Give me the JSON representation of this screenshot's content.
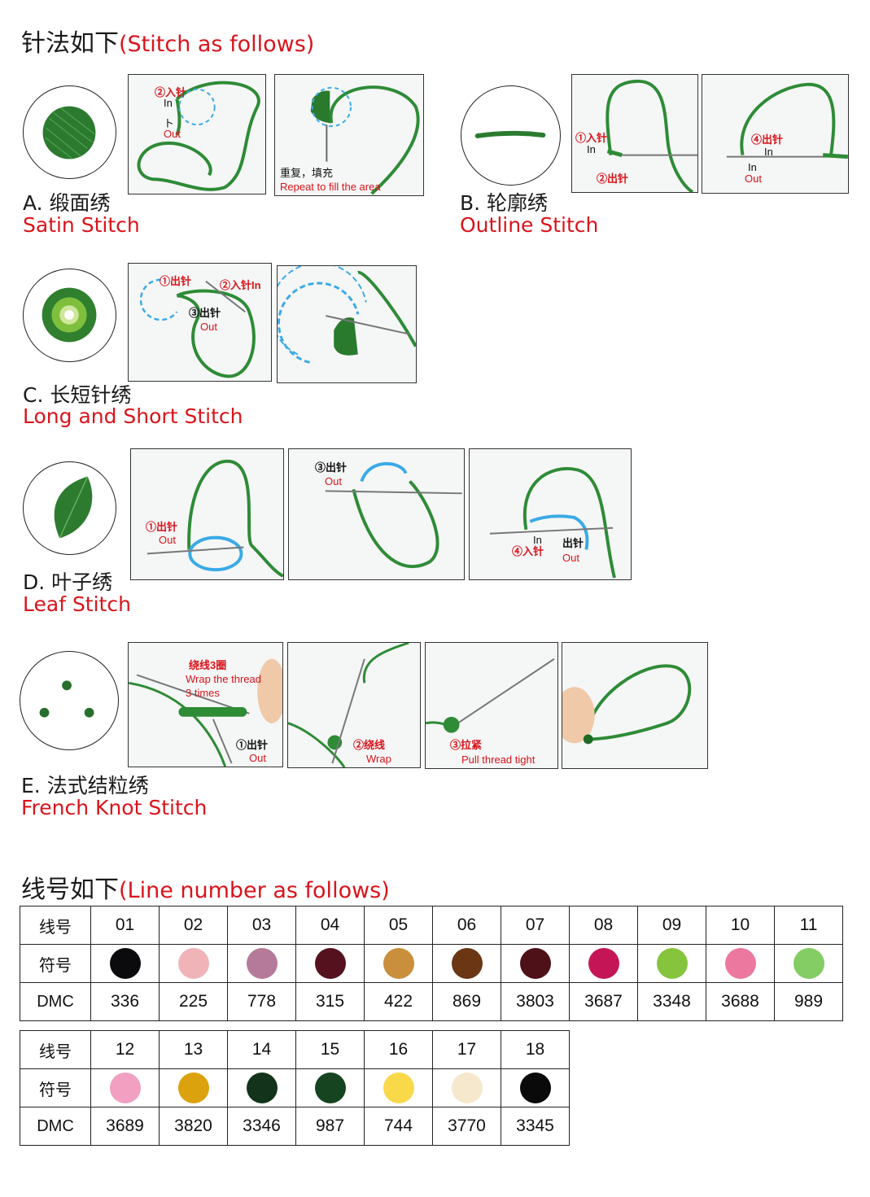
{
  "stitch_heading": {
    "cn": "针法如下",
    "en": "(Stitch as follows)"
  },
  "stitches": {
    "a": {
      "cn": "A. 缎面绣",
      "en": "Satin Stitch",
      "ann": {
        "in_cn": "②入针",
        "in_en": "In",
        "out_mark": "ト",
        "out_en": "Out",
        "repeat_cn": "重复，填充",
        "repeat_en": "Repeat to fill the area"
      }
    },
    "b": {
      "cn": "B. 轮廓绣",
      "en": "Outline Stitch",
      "ann": {
        "in1_cn": "①入针",
        "in1_en": "In",
        "out2_cn": "②出针",
        "out4_cn": "④出针",
        "in4_en": "In",
        "in4b_en": "In",
        "out4_en": "Out"
      }
    },
    "c": {
      "cn": "C. 长短针绣",
      "en": "Long and Short Stitch",
      "ann": {
        "out1_cn": "①出针",
        "in2_cn": "②入针In",
        "out3_cn": "③出针",
        "out3_en": "Out"
      }
    },
    "d": {
      "cn": "D. 叶子绣",
      "en": "Leaf Stitch",
      "ann": {
        "out1_cn": "①出针",
        "out1_en": "Out",
        "out3_cn": "③出针",
        "out3_en": "Out",
        "in_en": "In",
        "in4_cn": "④入针",
        "out_cn": "出针",
        "out_en": "Out"
      }
    },
    "e": {
      "cn": "E. 法式结粒绣",
      "en": "French Knot Stitch",
      "ann": {
        "wrap3_cn": "绕线3圈",
        "wrap3_en1": "Wrap the thread",
        "wrap3_en2": "3 times",
        "out1_cn": "①出针",
        "out1_en": "Out",
        "wrap2_cn": "②绕线",
        "wrap2_en": "Wrap",
        "pull3_cn": "③拉紧",
        "pull3_en": "Pull thread tight"
      }
    }
  },
  "thread_heading": {
    "cn": "线号如下",
    "en": "(Line number as follows)"
  },
  "thread_table": {
    "row_labels": {
      "number": "线号",
      "symbol": "符号",
      "dmc": "DMC"
    },
    "row1": {
      "numbers": [
        "01",
        "02",
        "03",
        "04",
        "05",
        "06",
        "07",
        "08",
        "09",
        "10",
        "11"
      ],
      "colors": [
        "#0b0b0d",
        "#f0b4b8",
        "#b57a9a",
        "#55121e",
        "#c98f3c",
        "#6a3614",
        "#4e1118",
        "#c41656",
        "#86c43e",
        "#ec78a0",
        "#84cc64"
      ],
      "dmc": [
        "336",
        "225",
        "778",
        "315",
        "422",
        "869",
        "3803",
        "3687",
        "3348",
        "3688",
        "989"
      ]
    },
    "row2": {
      "numbers": [
        "12",
        "13",
        "14",
        "15",
        "16",
        "17",
        "18"
      ],
      "colors": [
        "#f1a0c2",
        "#dca20e",
        "#13341a",
        "#164421",
        "#f9d84a",
        "#f6e8cc",
        "#0a0a0a"
      ],
      "dmc": [
        "3689",
        "3820",
        "3346",
        "987",
        "744",
        "3770",
        "3345"
      ]
    }
  }
}
